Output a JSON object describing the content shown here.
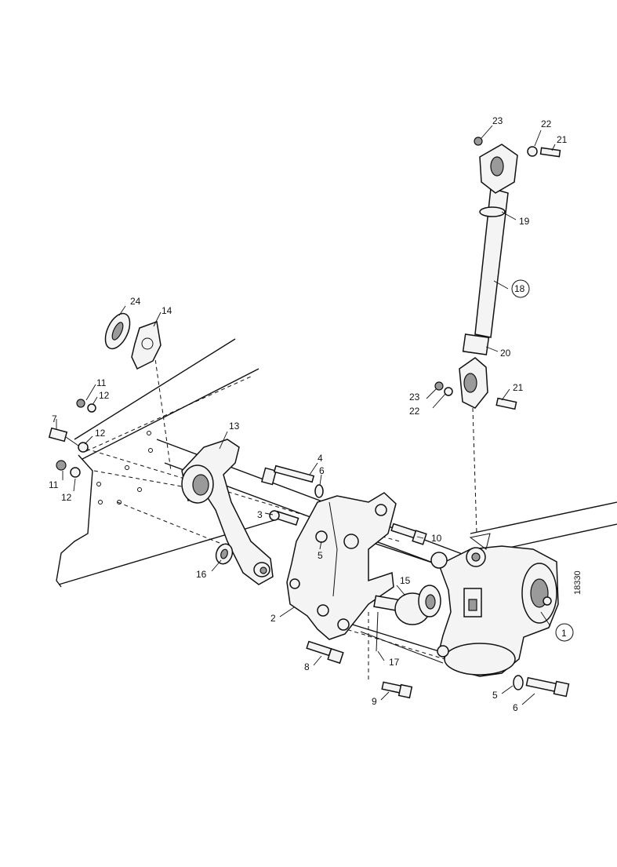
{
  "diagram": {
    "reference_code": "18330",
    "callouts": [
      {
        "id": "c1",
        "label": "1",
        "circled": true
      },
      {
        "id": "c2",
        "label": "2",
        "circled": false
      },
      {
        "id": "c3",
        "label": "3",
        "circled": false
      },
      {
        "id": "c4",
        "label": "4",
        "circled": false
      },
      {
        "id": "c5a",
        "label": "5",
        "circled": false
      },
      {
        "id": "c5b",
        "label": "5",
        "circled": false
      },
      {
        "id": "c5c",
        "label": "5",
        "circled": false
      },
      {
        "id": "c6a",
        "label": "6",
        "circled": false
      },
      {
        "id": "c6b",
        "label": "6",
        "circled": false
      },
      {
        "id": "c7",
        "label": "7",
        "circled": false
      },
      {
        "id": "c8",
        "label": "8",
        "circled": false
      },
      {
        "id": "c9",
        "label": "9",
        "circled": false
      },
      {
        "id": "c10",
        "label": "10",
        "circled": false
      },
      {
        "id": "c11a",
        "label": "11",
        "circled": false
      },
      {
        "id": "c11b",
        "label": "11",
        "circled": false
      },
      {
        "id": "c12a",
        "label": "12",
        "circled": false
      },
      {
        "id": "c12b",
        "label": "12",
        "circled": false
      },
      {
        "id": "c12c",
        "label": "12",
        "circled": false
      },
      {
        "id": "c13",
        "label": "13",
        "circled": false
      },
      {
        "id": "c14",
        "label": "14",
        "circled": false
      },
      {
        "id": "c15",
        "label": "15",
        "circled": false
      },
      {
        "id": "c16",
        "label": "16",
        "circled": false
      },
      {
        "id": "c17",
        "label": "17",
        "circled": false
      },
      {
        "id": "c18",
        "label": "18",
        "circled": true
      },
      {
        "id": "c19",
        "label": "19",
        "circled": false
      },
      {
        "id": "c20",
        "label": "20",
        "circled": false
      },
      {
        "id": "c21a",
        "label": "21",
        "circled": false
      },
      {
        "id": "c21b",
        "label": "21",
        "circled": false
      },
      {
        "id": "c22a",
        "label": "22",
        "circled": false
      },
      {
        "id": "c22b",
        "label": "22",
        "circled": false
      },
      {
        "id": "c23a",
        "label": "23",
        "circled": false
      },
      {
        "id": "c23b",
        "label": "23",
        "circled": false
      },
      {
        "id": "c24",
        "label": "24",
        "circled": false
      }
    ]
  }
}
